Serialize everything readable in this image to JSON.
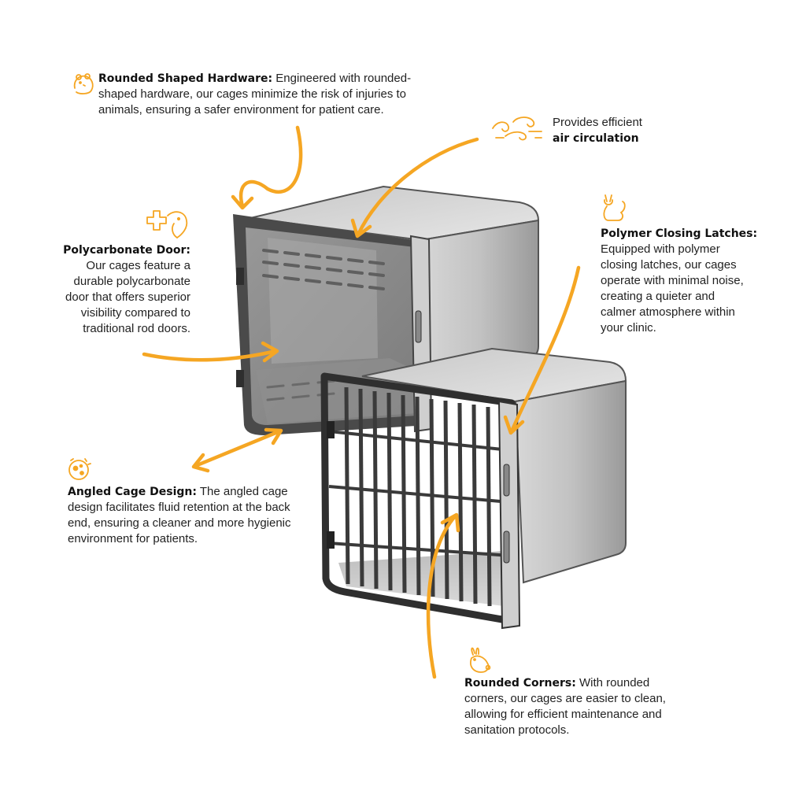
{
  "accent_color": "#F5A623",
  "callouts": {
    "hardware": {
      "title": "Rounded Shaped Hardware:",
      "lines": [
        "Engineered with rounded-",
        "shaped hardware, our cages minimize the risk of injuries to",
        "animals, ensuring a safer environment for patient care."
      ],
      "icon": "hamster-icon"
    },
    "air": {
      "line1": "Provides efficient",
      "bold": "air circulation",
      "icon": "air-swirl-icon"
    },
    "door": {
      "title": "Polycarbonate Door:",
      "lines": [
        "Our cages feature a",
        "durable polycarbonate",
        "door that offers superior",
        "visibility compared to",
        "traditional rod doors."
      ],
      "icon": "dog-cat-medical-icon"
    },
    "latches": {
      "title": "Polymer Closing Latches:",
      "lines": [
        "Equipped with polymer",
        "closing latches, our cages",
        "operate with minimal noise,",
        "creating a quieter and",
        "calmer atmosphere within",
        "your clinic."
      ],
      "icon": "cat-icon"
    },
    "angled": {
      "title": "Angled Cage Design:",
      "lines": [
        "The angled cage",
        "design facilitates fluid retention at the back",
        "end, ensuring a cleaner and more hygienic",
        "environment for patients."
      ],
      "icon": "germ-bubble-icon"
    },
    "corners": {
      "title": "Rounded Corners:",
      "lines": [
        "With rounded",
        "corners, our cages are easier to clean,",
        "allowing for efficient maintenance and",
        "sanitation protocols."
      ],
      "icon": "rabbit-icon"
    }
  }
}
